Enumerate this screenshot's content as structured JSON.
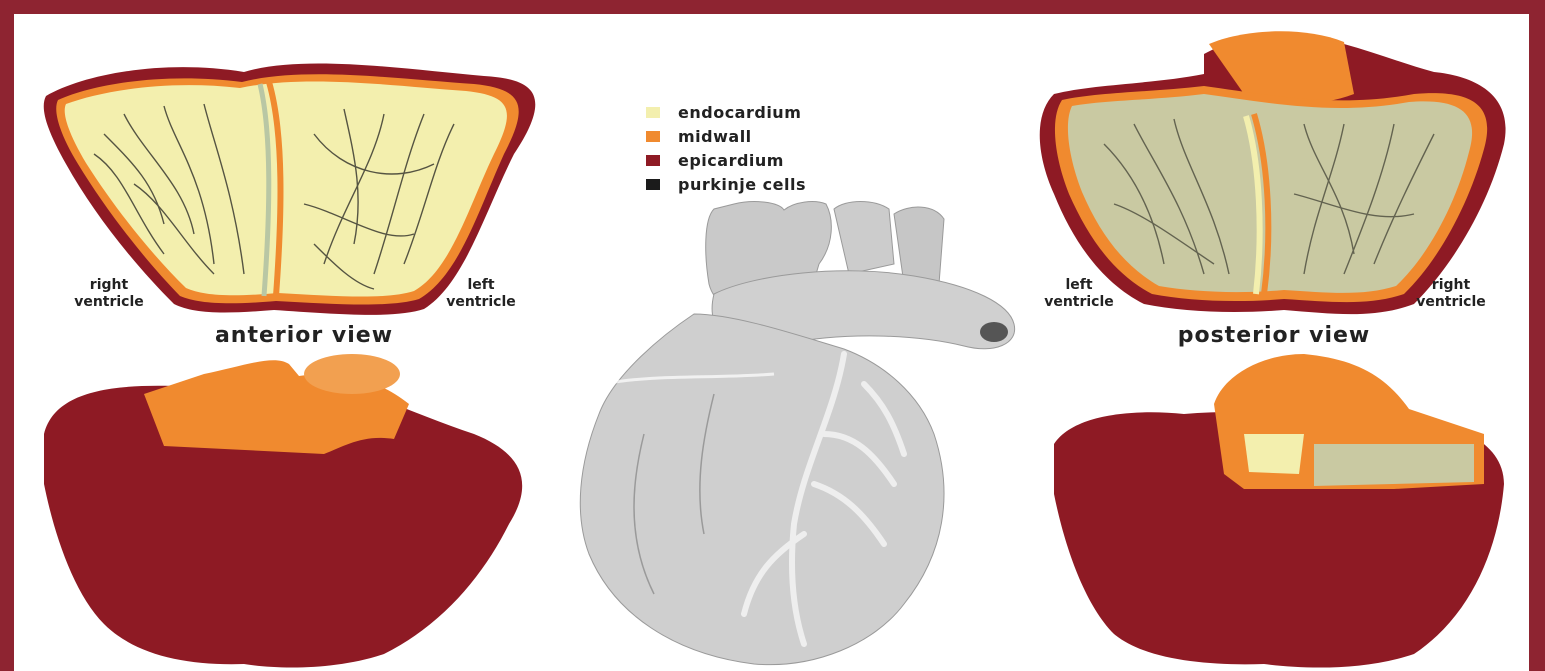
{
  "labels": {
    "anterior": {
      "right_ventricle_1": "right",
      "right_ventricle_2": "ventricle",
      "left_ventricle_1": "left",
      "left_ventricle_2": "ventricle",
      "view": "anterior view"
    },
    "posterior": {
      "left_ventricle_1": "left",
      "left_ventricle_2": "ventricle",
      "right_ventricle_1": "right",
      "right_ventricle_2": "ventricle",
      "view": "posterior view"
    }
  },
  "legend": [
    {
      "label": "endocardium",
      "color": "#f3efae"
    },
    {
      "label": "midwall",
      "color": "#f08a2f"
    },
    {
      "label": "epicardium",
      "color": "#8e1a24"
    },
    {
      "label": "purkinje cells",
      "color": "#1b1b1b"
    }
  ],
  "colors": {
    "border": "#8e2431",
    "endocardium": "#f3efae",
    "midwall": "#f08a2f",
    "epicardium": "#8e1a24",
    "heart": "#cfcfcf"
  }
}
